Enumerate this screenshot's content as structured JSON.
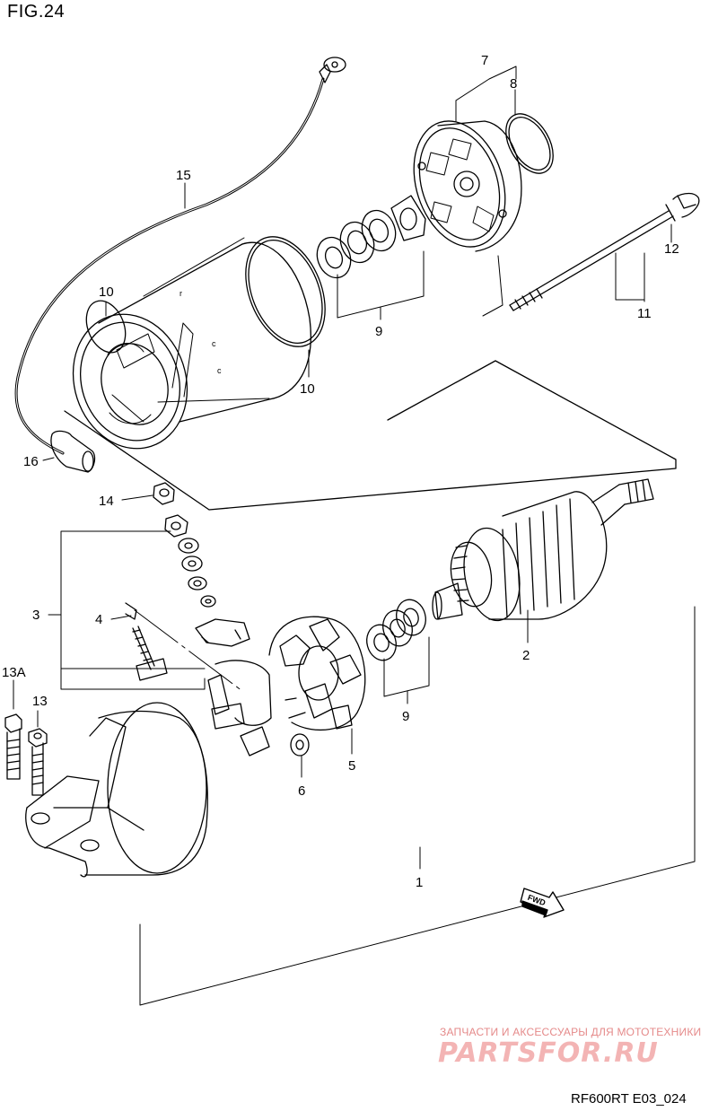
{
  "figure": {
    "title": "FIG.24",
    "code": "RF600RT E03_024"
  },
  "callouts": {
    "c1": "1",
    "c2": "2",
    "c3": "3",
    "c4": "4",
    "c5": "5",
    "c6": "6",
    "c7": "7",
    "c8": "8",
    "c9a": "9",
    "c9b": "9",
    "c10a": "10",
    "c10b": "10",
    "c11": "11",
    "c12": "12",
    "c13": "13",
    "c13a": "13A",
    "c14": "14",
    "c15": "15",
    "c16": "16"
  },
  "badge": "FWD",
  "watermark": {
    "line1": "ЗАПЧАСТИ И АКСЕССУАРЫ ДЛЯ МОТОТЕХНИКИ",
    "logo": "PARTSFOR.RU"
  }
}
